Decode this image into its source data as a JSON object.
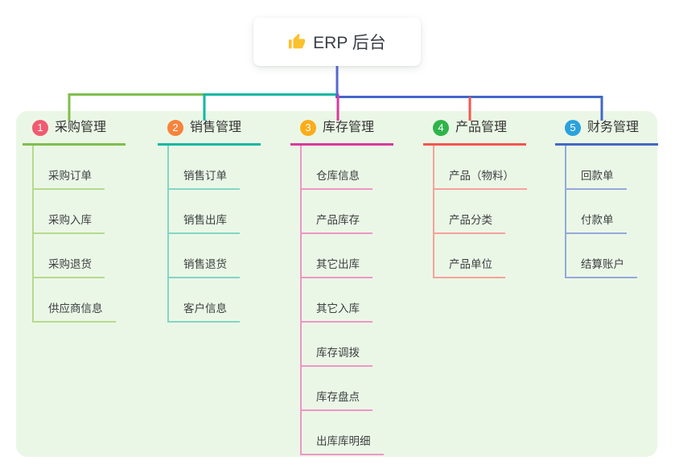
{
  "root": {
    "title": "ERP 后台",
    "icon": "thumbs-up-icon",
    "icon_color": "#FBC02D"
  },
  "canvas": {
    "panel_color": "#EBF7E6",
    "root_line_color": "#5868D1",
    "background": "#FFFFFF"
  },
  "branches": [
    {
      "number": "1",
      "label": "采购管理",
      "badge_color": "#F15B70",
      "line_color": "#7FBE4C",
      "child_line_color": "#B5DA8E",
      "children": [
        "采购订单",
        "采购入库",
        "采购退货",
        "供应商信息"
      ]
    },
    {
      "number": "2",
      "label": "销售管理",
      "badge_color": "#F8833C",
      "line_color": "#12B8A2",
      "child_line_color": "#82D6C6",
      "children": [
        "销售订单",
        "销售出库",
        "销售退货",
        "客户信息"
      ]
    },
    {
      "number": "3",
      "label": "库存管理",
      "badge_color": "#FBAD19",
      "line_color": "#D83A9C",
      "child_line_color": "#EE96C8",
      "children": [
        "仓库信息",
        "产品库存",
        "其它出库",
        "其它入库",
        "库存调拨",
        "库存盘点",
        "出库库明细"
      ]
    },
    {
      "number": "4",
      "label": "产品管理",
      "badge_color": "#2FB44C",
      "line_color": "#F4564F",
      "child_line_color": "#F7A19B",
      "children": [
        "产品（物料）",
        "产品分类",
        "产品单位"
      ]
    },
    {
      "number": "5",
      "label": "财务管理",
      "badge_color": "#2BA2DB",
      "line_color": "#4367C7",
      "child_line_color": "#93A9DC",
      "children": [
        "回款单",
        "付款单",
        "结算账户"
      ]
    }
  ]
}
